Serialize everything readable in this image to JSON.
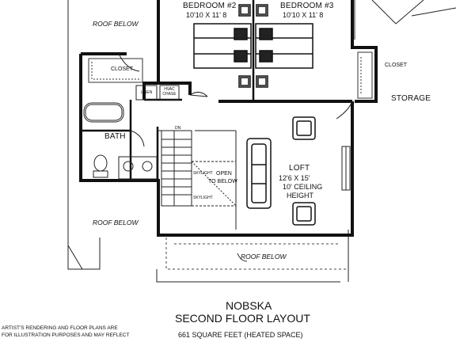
{
  "rooms": {
    "bedroom2": {
      "name": "BEDROOM #2",
      "size": "10'10 X 11' 8"
    },
    "bedroom3": {
      "name": "BEDROOM #3",
      "size": "10'10 X 11' 8"
    },
    "closet_left": "CLOSET",
    "closet_right": "CLOSET",
    "linen": "LINEN",
    "hvac": "HVAC CHASE",
    "bath": "BATH",
    "storage": "STORAGE",
    "loft": {
      "name": "LOFT",
      "size": "12'6 X 15'",
      "ceiling_line1": "10' CEILING",
      "ceiling_line2": "HEIGHT"
    },
    "open": {
      "line1": "OPEN",
      "line2": "TO BELOW"
    },
    "skylight": "SKYLIGHT",
    "stair_dn": "DN"
  },
  "roof_labels": {
    "top": "ROOF BELOW",
    "left": "ROOF BELOW",
    "bottom": "ROOF BELOW"
  },
  "title": {
    "name": "NOBSKA",
    "subtitle": "SECOND FLOOR LAYOUT",
    "area": "661 SQUARE FEET (HEATED SPACE)"
  },
  "disclaimer": {
    "line1": "ARTIST'S RENDERING AND FLOOR PLANS ARE",
    "line2": "FOR ILLUSTRATION PURPOSES AND MAY REFLECT"
  }
}
